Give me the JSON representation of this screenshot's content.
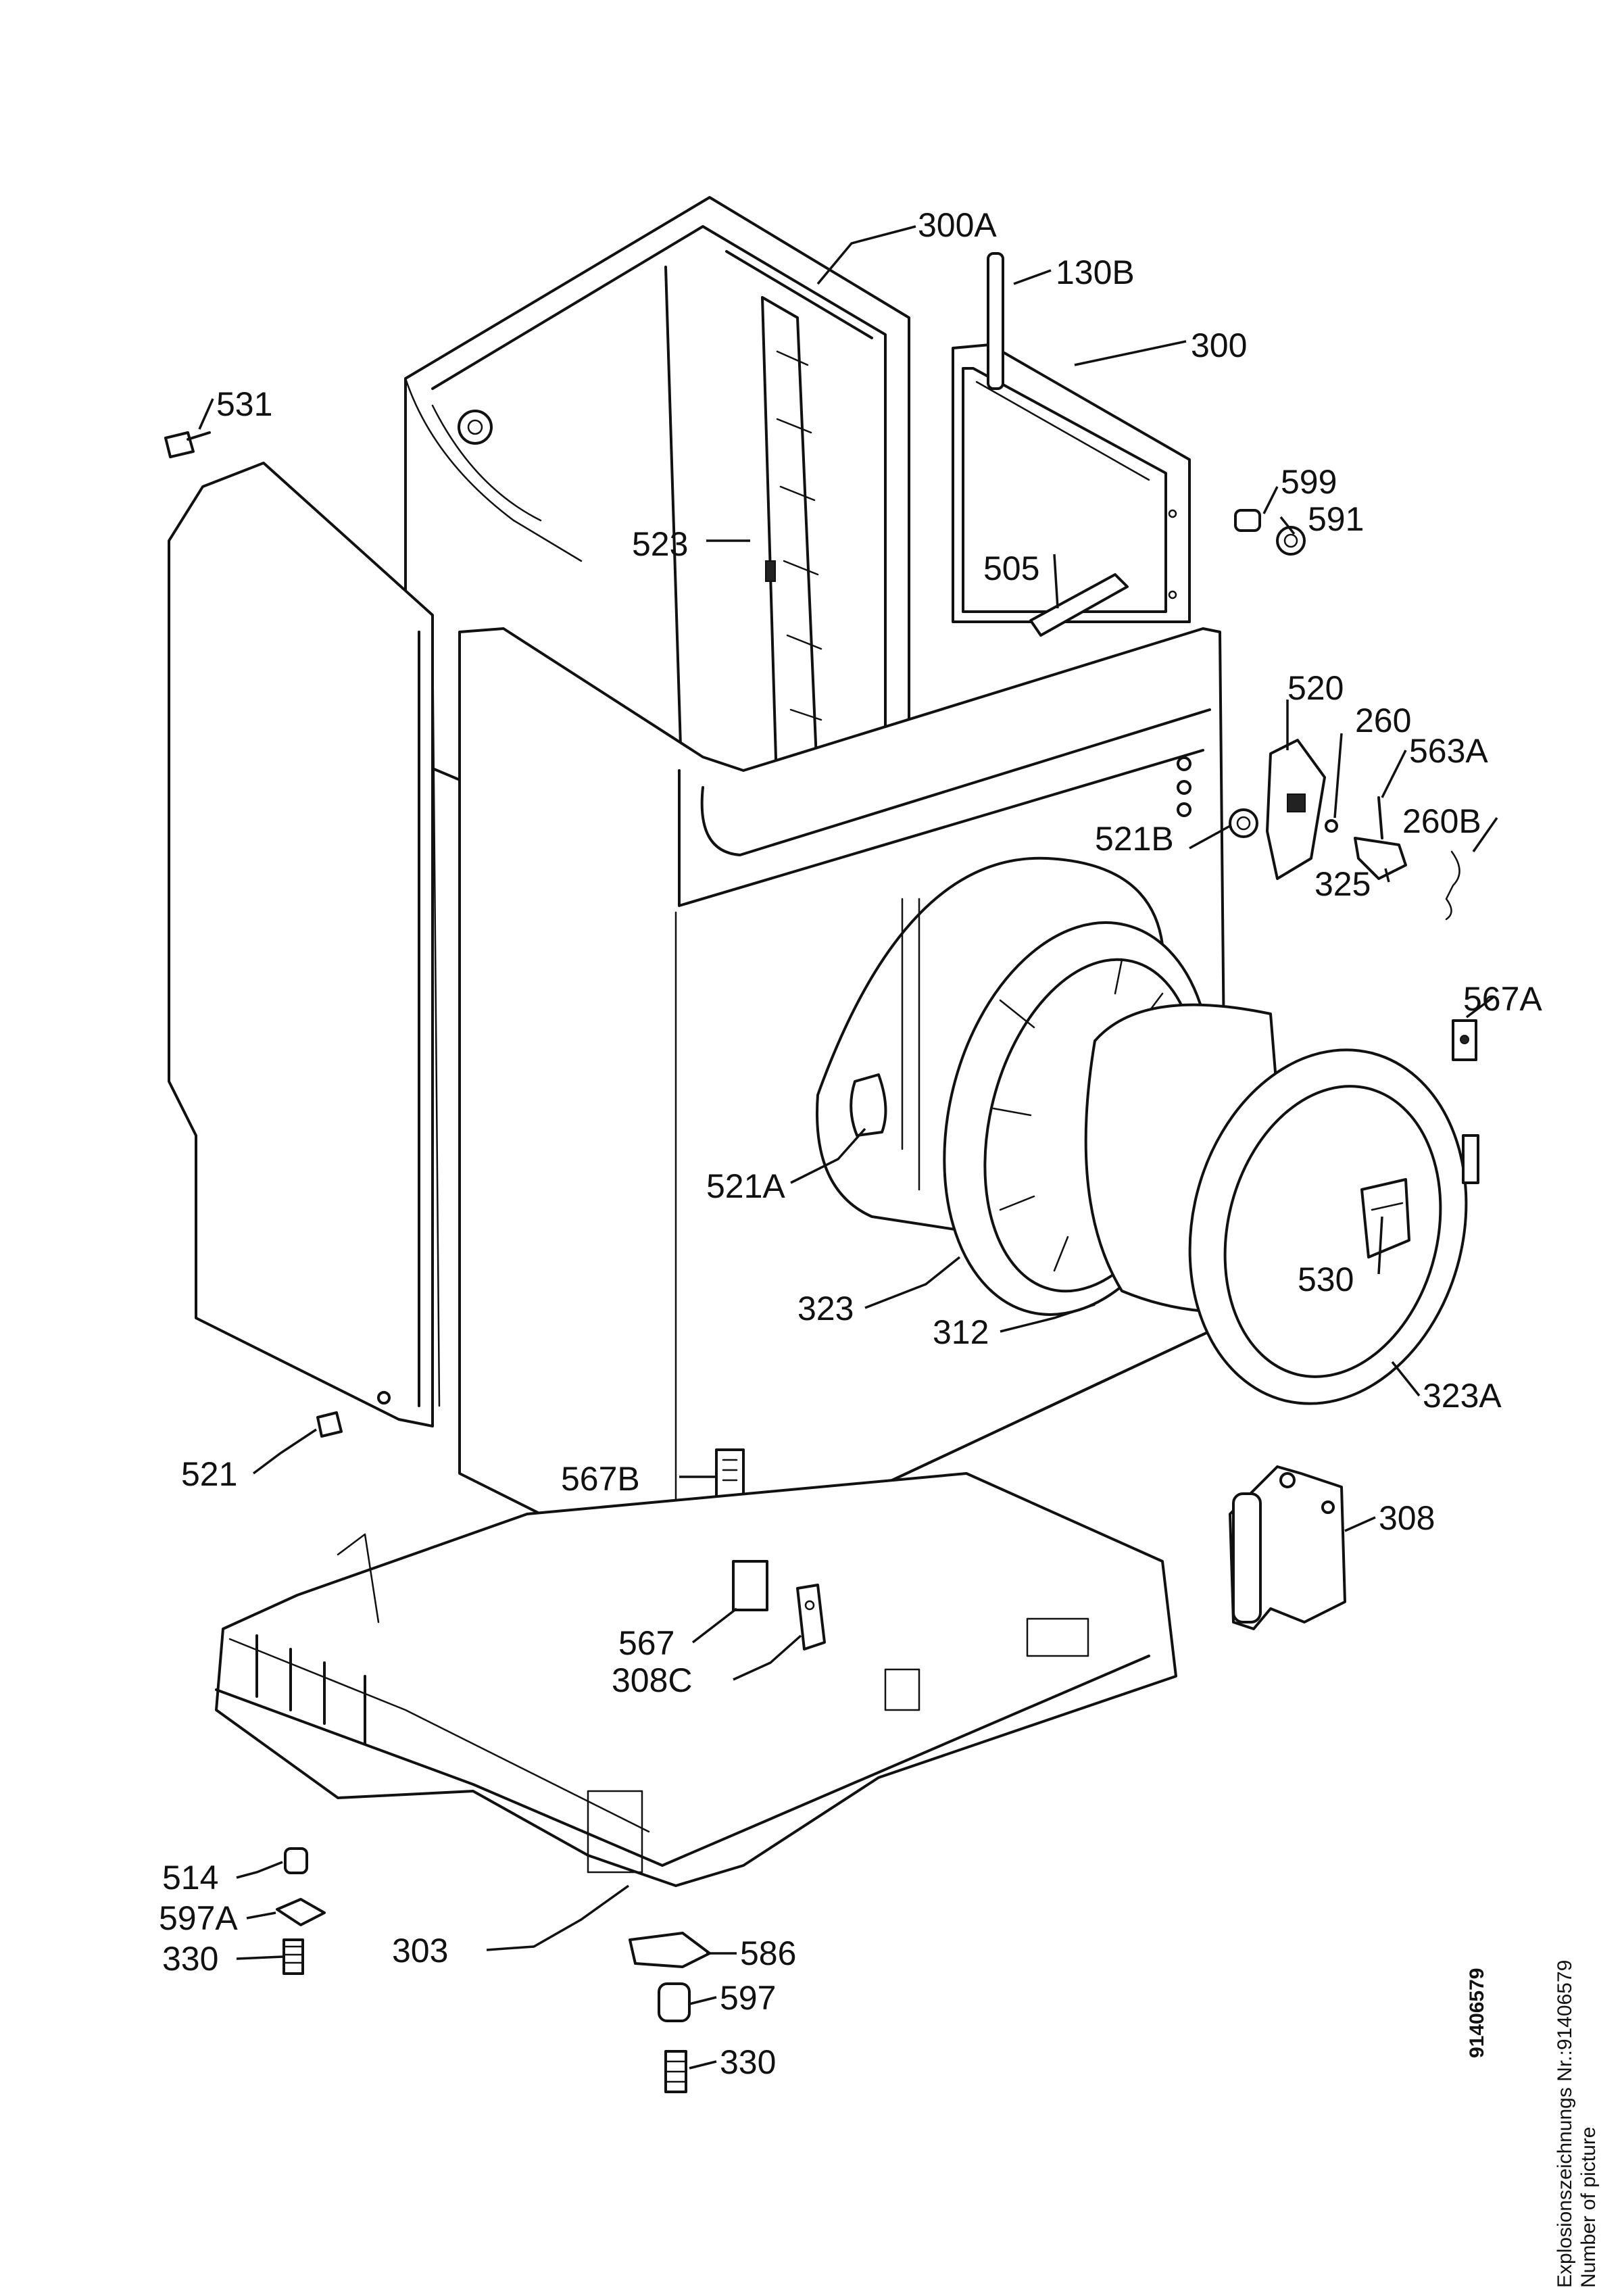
{
  "diagram": {
    "part_labels": [
      "300A",
      "130B",
      "300",
      "531",
      "599",
      "591",
      "523",
      "505",
      "520",
      "260",
      "563A",
      "521B",
      "260B",
      "325",
      "567A",
      "521A",
      "530",
      "323",
      "312",
      "323A",
      "521",
      "567B",
      "308",
      "567",
      "308C",
      "514",
      "597A",
      "330",
      "303",
      "586",
      "597",
      "330"
    ],
    "drawing_number": "91406579",
    "caption_line1": "Explosionszeichnungs Nr.:91406579",
    "caption_line2": "Number of picture"
  }
}
